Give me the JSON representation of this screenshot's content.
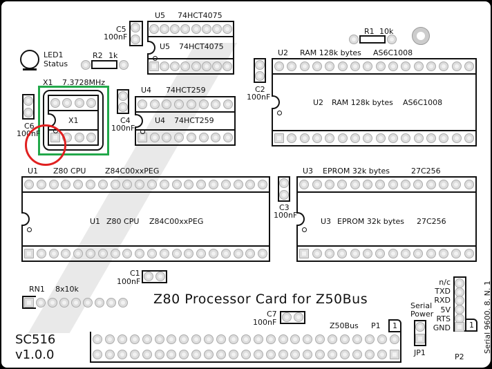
{
  "board": {
    "name": "SC516",
    "version": "v1.0.0",
    "title": "Z80 Processor Card for Z50Bus",
    "serial_note": "Serial 9600. 8. N. 1"
  },
  "colors": {
    "highlight_box": "#22a84a",
    "marker_circle": "#e02020",
    "silkscreen": "#111111",
    "pad": "#dddddd"
  },
  "chips": {
    "u5": {
      "ref": "U5",
      "value": "74HCT4075"
    },
    "u4": {
      "ref": "U4",
      "value": "74HCT259"
    },
    "u2": {
      "ref": "U2",
      "value": "RAM 128k bytes",
      "part": "AS6C1008"
    },
    "u1": {
      "ref": "U1",
      "value": "Z80 CPU",
      "part": "Z84C00xxPEG"
    },
    "u3": {
      "ref": "U3",
      "value": "EPROM 32k bytes",
      "part": "27C256"
    },
    "x1": {
      "ref": "X1",
      "value": "7.3728MHz"
    }
  },
  "caps": {
    "c1": "C1",
    "c2": "C2",
    "c3": "C3",
    "c4": "C4",
    "c5": "C5",
    "c6": "C6",
    "c7": "C7",
    "value": "100nF"
  },
  "resistors": {
    "r1": {
      "ref": "R1",
      "value": "10k"
    },
    "r2": {
      "ref": "R2",
      "value": "1k"
    },
    "rn1": {
      "ref": "RN1",
      "value": "8x10k"
    }
  },
  "led": {
    "ref": "LED1",
    "value": "Status"
  },
  "connectors": {
    "p1": {
      "ref": "P1",
      "value": "Z50Bus",
      "pin1": "1"
    },
    "p2": {
      "ref": "P2",
      "pin1": "1",
      "pins": [
        "n/c",
        "TXD",
        "RXD",
        "5V",
        "RTS",
        "GND"
      ]
    },
    "jp1": {
      "ref": "JP1",
      "value_line1": "Serial",
      "value_line2": "Power"
    }
  }
}
